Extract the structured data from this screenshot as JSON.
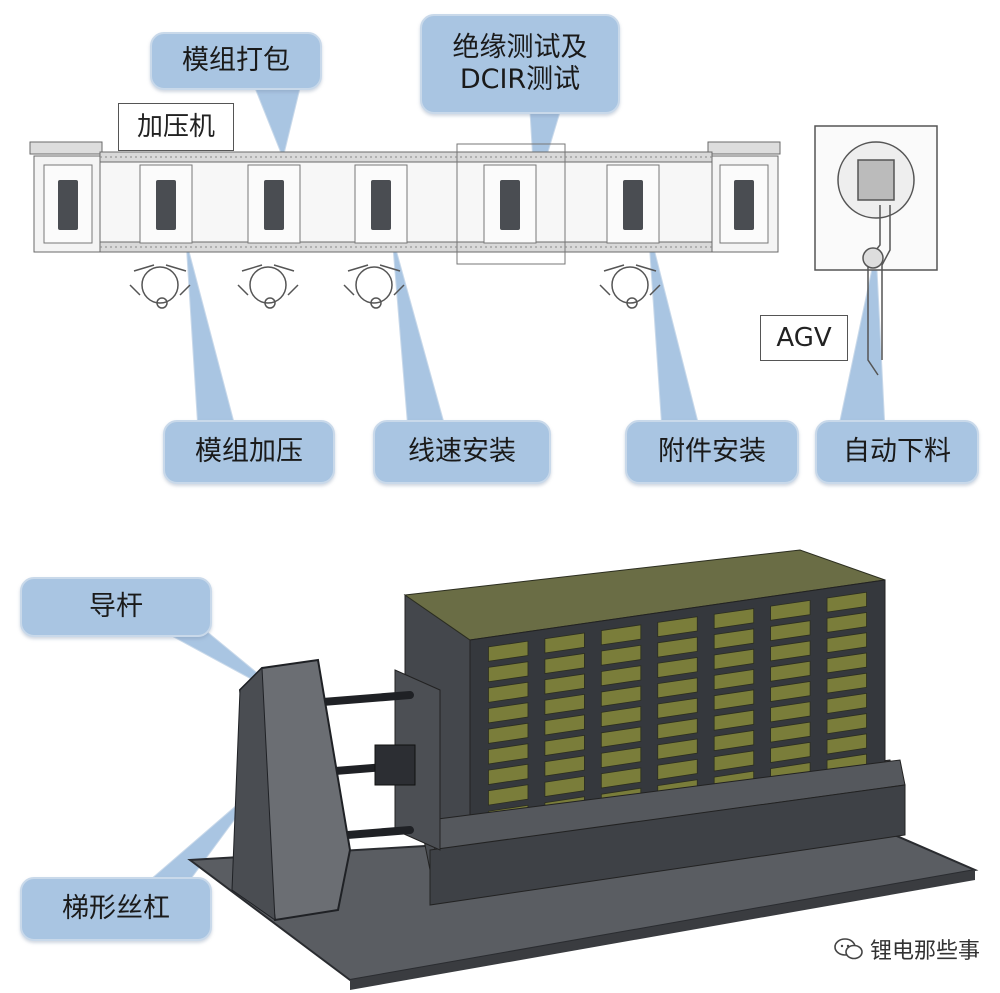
{
  "labels": {
    "module_packing": "模组打包",
    "insulation_line1": "绝缘测试及",
    "insulation_line2": "DCIR测试",
    "press_machine": "加压机",
    "agv": "AGV",
    "module_pressing": "模组加压",
    "wire_install": "线速安装",
    "accessory_install": "附件安装",
    "auto_unloading": "自动下料",
    "guide_rod": "导杆",
    "trapezoid_screw": "梯形丝杠"
  },
  "watermark": {
    "text": "锂电那些事",
    "icon": "wechat-icon"
  },
  "colors": {
    "callout_fill": "#a9c5e2",
    "callout_border": "#c9d9ea",
    "cell_green": "#7a7d3a",
    "frame_dark": "#3c3f44"
  }
}
